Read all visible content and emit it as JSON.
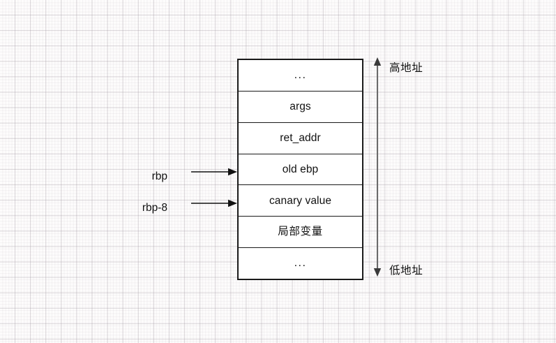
{
  "diagram": {
    "title": "stack-frame-layout",
    "stack": {
      "name": "stack-frame",
      "rows": [
        {
          "label": "...",
          "kind": "ellipsis",
          "script": "latin"
        },
        {
          "label": "args",
          "kind": "text",
          "script": "latin"
        },
        {
          "label": "ret_addr",
          "kind": "text",
          "script": "latin"
        },
        {
          "label": "old ebp",
          "kind": "text",
          "script": "latin"
        },
        {
          "label": "canary value",
          "kind": "text",
          "script": "latin"
        },
        {
          "label": "局部变量",
          "kind": "text",
          "script": "cjk"
        },
        {
          "label": "...",
          "kind": "ellipsis",
          "script": "latin"
        }
      ]
    },
    "pointers": [
      {
        "name": "rbp",
        "label": "rbp",
        "target_row": "old ebp",
        "arrow": "arrow-right-icon"
      },
      {
        "name": "rbp-8",
        "label": "rbp-8",
        "target_row": "canary value",
        "arrow": "arrow-right-icon"
      }
    ],
    "address_axis": {
      "name": "address-direction-axis",
      "icon": "double-headed-vertical-arrow-icon",
      "high_label": "高地址",
      "low_label": "低地址"
    },
    "colors": {
      "stroke": "#1a1a1a",
      "arrow_axis": "#666666",
      "cell_background": "#ffffff",
      "canvas_background": "#fdfcfc",
      "grid_major": "#968c96",
      "grid_minor": "#aaa0aa",
      "text": "#111111"
    }
  }
}
